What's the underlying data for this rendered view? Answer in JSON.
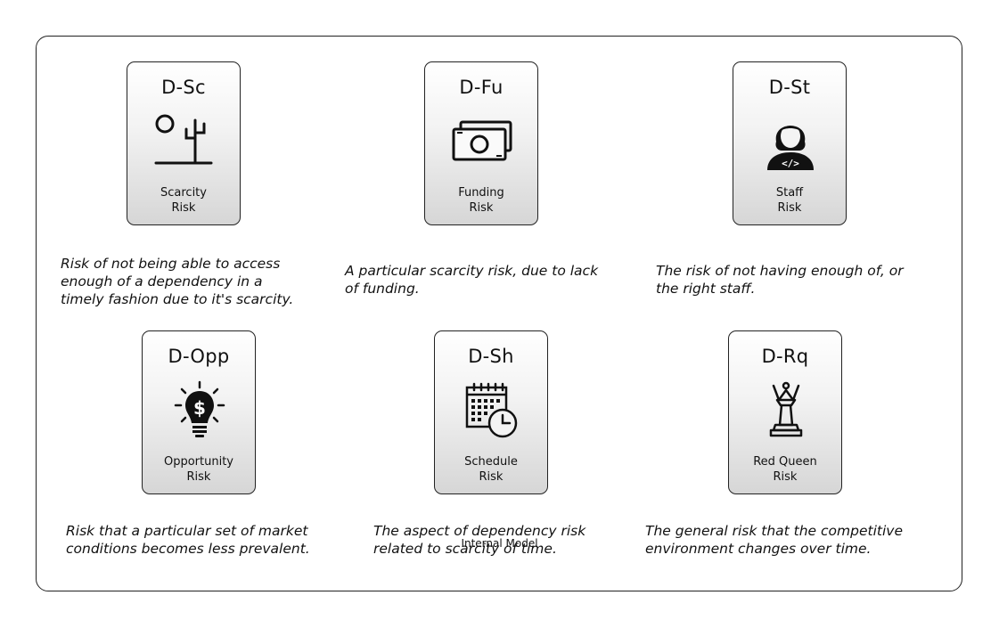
{
  "frame": {
    "label": "Internal Model"
  },
  "cards": [
    {
      "code": "D-Sc",
      "name": "Scarcity\nRisk",
      "icon": "cactus-sun-icon",
      "description": "Risk of not being able to access\nenough of a dependency in a\ntimely fashion due to it's scarcity."
    },
    {
      "code": "D-Fu",
      "name": "Funding\nRisk",
      "icon": "banknotes-icon",
      "description": "A particular scarcity risk, due to lack\nof funding."
    },
    {
      "code": "D-St",
      "name": "Staff\nRisk",
      "icon": "developer-person-icon",
      "description": "The risk of not having enough of, or\nthe right staff."
    },
    {
      "code": "D-Opp",
      "name": "Opportunity\nRisk",
      "icon": "dollar-lightbulb-icon",
      "description": "Risk that a particular set of market\nconditions becomes less prevalent."
    },
    {
      "code": "D-Sh",
      "name": "Schedule\nRisk",
      "icon": "calendar-clock-icon",
      "description": "The aspect of dependency risk\nrelated to scarcity of time."
    },
    {
      "code": "D-Rq",
      "name": "Red Queen\nRisk",
      "icon": "chess-queen-icon",
      "description": "The general risk that the competitive\nenvironment changes over time."
    }
  ]
}
